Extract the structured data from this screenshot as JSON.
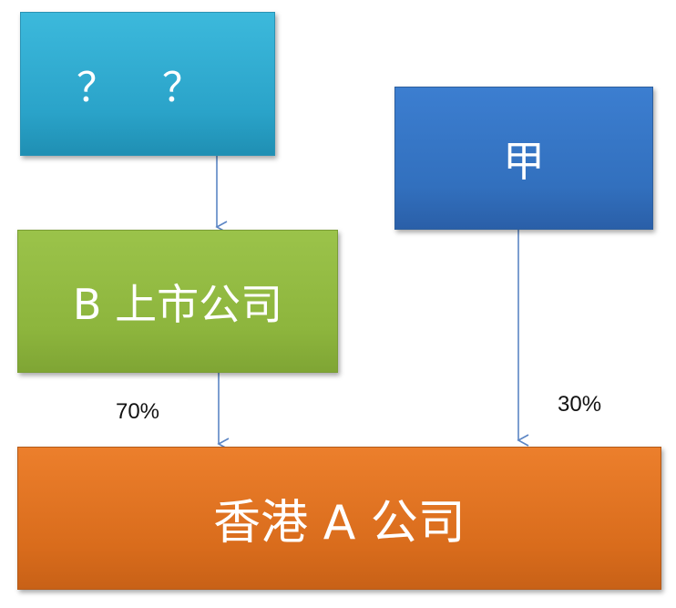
{
  "nodes": {
    "unknown": {
      "label": "？ ？",
      "color": "#2aa3c9"
    },
    "jia": {
      "label": "甲",
      "color": "#3270be"
    },
    "b_listed": {
      "label": "B 上市公司",
      "color": "#8db53d"
    },
    "hk_a": {
      "label": "香港 A 公司",
      "color": "#d96c1c"
    }
  },
  "edges": [
    {
      "from": "unknown",
      "to": "b_listed",
      "label": ""
    },
    {
      "from": "b_listed",
      "to": "hk_a",
      "label": "70%"
    },
    {
      "from": "jia",
      "to": "hk_a",
      "label": "30%"
    }
  ],
  "arrow_color": "#5b85c4"
}
